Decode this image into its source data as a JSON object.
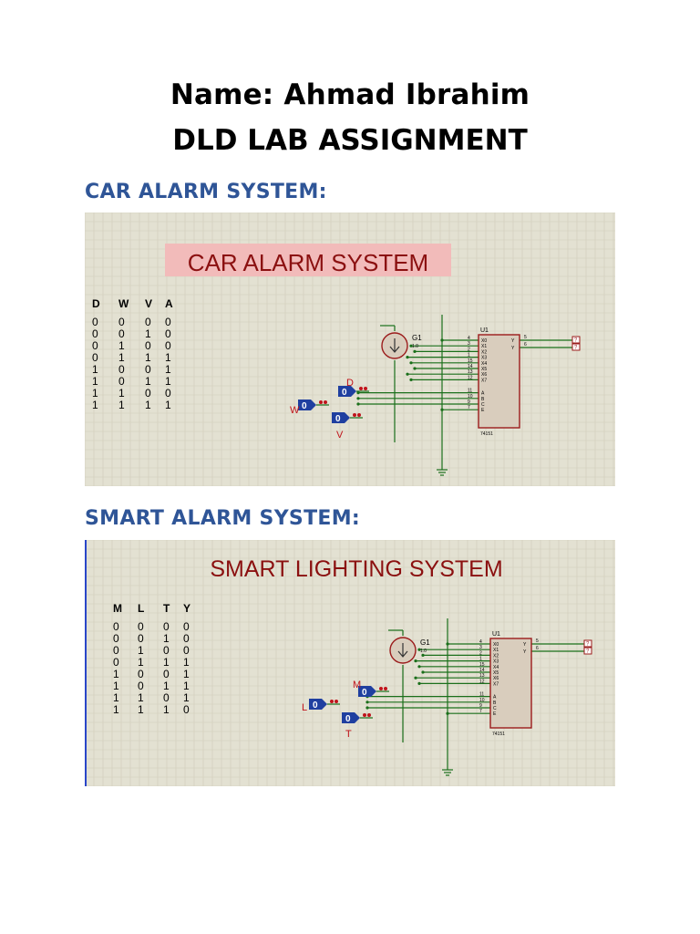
{
  "header": {
    "name": "Name: Ahmad Ibrahim",
    "title": "DLD LAB ASSIGNMENT"
  },
  "sections": [
    {
      "heading": "CAR ALARM SYSTEM:",
      "schematic": {
        "banner": "CAR ALARM SYSTEM",
        "banner_highlight": "#f2b8b8",
        "truth_table": {
          "headers": [
            "D",
            "W",
            "V",
            "A"
          ],
          "rows": [
            [
              "0",
              "0",
              "0",
              "0"
            ],
            [
              "0",
              "0",
              "1",
              "0"
            ],
            [
              "0",
              "1",
              "0",
              "0"
            ],
            [
              "0",
              "1",
              "1",
              "1"
            ],
            [
              "1",
              "0",
              "0",
              "1"
            ],
            [
              "1",
              "0",
              "1",
              "1"
            ],
            [
              "1",
              "1",
              "0",
              "0"
            ],
            [
              "1",
              "1",
              "1",
              "1"
            ]
          ]
        },
        "inputs": [
          {
            "label": "D",
            "value": "0"
          },
          {
            "label": "W",
            "value": "0"
          },
          {
            "label": "V",
            "value": "0"
          }
        ],
        "generator_label": "G1",
        "generator_sub": "1.0",
        "chip": {
          "ref": "U1",
          "part": "74151",
          "left_pins": [
            "X0",
            "X1",
            "X2",
            "X3",
            "X4",
            "X5",
            "X6",
            "X7",
            "A",
            "B",
            "C",
            "E"
          ],
          "left_pin_numbers": [
            "4",
            "3",
            "2",
            "1",
            "15",
            "14",
            "13",
            "12",
            "11",
            "10",
            "9",
            "7"
          ],
          "right_pins": [
            "Y",
            "Y"
          ],
          "right_pin_numbers": [
            "5",
            "6"
          ],
          "outputs": [
            "?",
            "?"
          ]
        }
      }
    },
    {
      "heading": "SMART ALARM SYSTEM:",
      "schematic": {
        "banner": "SMART LIGHTING SYSTEM",
        "truth_table": {
          "headers": [
            "M",
            "L",
            "T",
            "Y"
          ],
          "rows": [
            [
              "0",
              "0",
              "0",
              "0"
            ],
            [
              "0",
              "0",
              "1",
              "0"
            ],
            [
              "0",
              "1",
              "0",
              "0"
            ],
            [
              "0",
              "1",
              "1",
              "1"
            ],
            [
              "1",
              "0",
              "0",
              "1"
            ],
            [
              "1",
              "0",
              "1",
              "1"
            ],
            [
              "1",
              "1",
              "0",
              "1"
            ],
            [
              "1",
              "1",
              "1",
              "0"
            ]
          ]
        },
        "inputs": [
          {
            "label": "M",
            "value": "0"
          },
          {
            "label": "L",
            "value": "0"
          },
          {
            "label": "T",
            "value": "0"
          }
        ],
        "generator_label": "G1",
        "generator_sub": "1.0",
        "chip": {
          "ref": "U1",
          "part": "74151",
          "left_pins": [
            "X0",
            "X1",
            "X2",
            "X3",
            "X4",
            "X5",
            "X6",
            "X7",
            "A",
            "B",
            "C",
            "E"
          ],
          "left_pin_numbers": [
            "4",
            "3",
            "2",
            "1",
            "15",
            "14",
            "13",
            "12",
            "11",
            "10",
            "9",
            "7"
          ],
          "right_pins": [
            "Y",
            "Y"
          ],
          "right_pin_numbers": [
            "5",
            "6"
          ],
          "outputs": [
            "?",
            "?"
          ]
        }
      }
    }
  ],
  "colors": {
    "heading_blue": "#2f5597",
    "grid_bg": "#e3e1d2",
    "grid_line": "#cfccba",
    "wire_green": "#1a6f1a",
    "chip_red": "#9b1b1b",
    "banner_red": "#8b1010",
    "input_blue": "#1f3fa0"
  }
}
